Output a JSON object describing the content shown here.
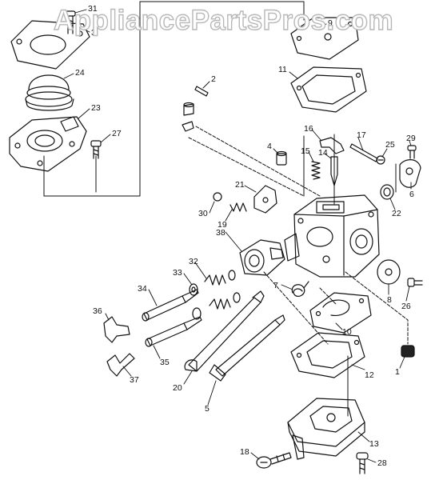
{
  "watermark": "AppliancePartsPros.com",
  "part_labels": {
    "p1": "1",
    "p2": "2",
    "p3": "3",
    "p4": "4",
    "p5": "5",
    "p6": "6",
    "p7": "7",
    "p8": "8",
    "p9": "9",
    "p10": "10",
    "p11": "11",
    "p12": "12",
    "p13": "13",
    "p14": "14",
    "p15": "15",
    "p16": "16",
    "p17": "17",
    "p18": "18",
    "p19": "19",
    "p20": "20",
    "p21": "21",
    "p22": "22",
    "p23": "23",
    "p24": "24",
    "p25": "25",
    "p26": "26",
    "p27": "27",
    "p28": "28",
    "p29": "29",
    "p30": "30",
    "p31": "31",
    "p32": "32",
    "p33": "33",
    "p34": "34",
    "p35": "35",
    "p36": "36",
    "p37": "37",
    "p38": "38"
  }
}
